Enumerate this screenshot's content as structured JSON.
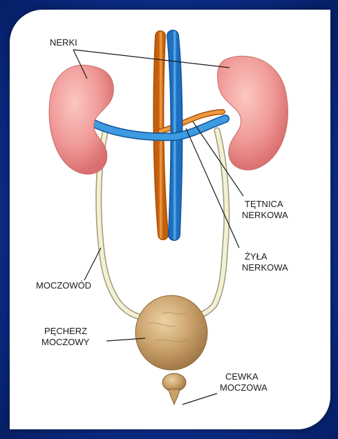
{
  "labels": {
    "nerki": "NERKI",
    "tetnica_line1": "TĘTNICA",
    "tetnica_line2": "NERKOWA",
    "zyla_line1": "ŻYŁA",
    "zyla_line2": "NERKOWA",
    "moczowod": "MOCZOWÓD",
    "pecherz_line1": "PĘCHERZ",
    "pecherz_line2": "MOCZOWY",
    "cewka_line1": "CEWKA",
    "cewka_line2": "MOCZOWA"
  },
  "colors": {
    "background": "#0b2f8c",
    "kidney": "#f19b9b",
    "vein": "#2f8fd8",
    "artery": "#e07a1e",
    "ureter": "#f1efcf",
    "bladder": "#c9a06a"
  }
}
